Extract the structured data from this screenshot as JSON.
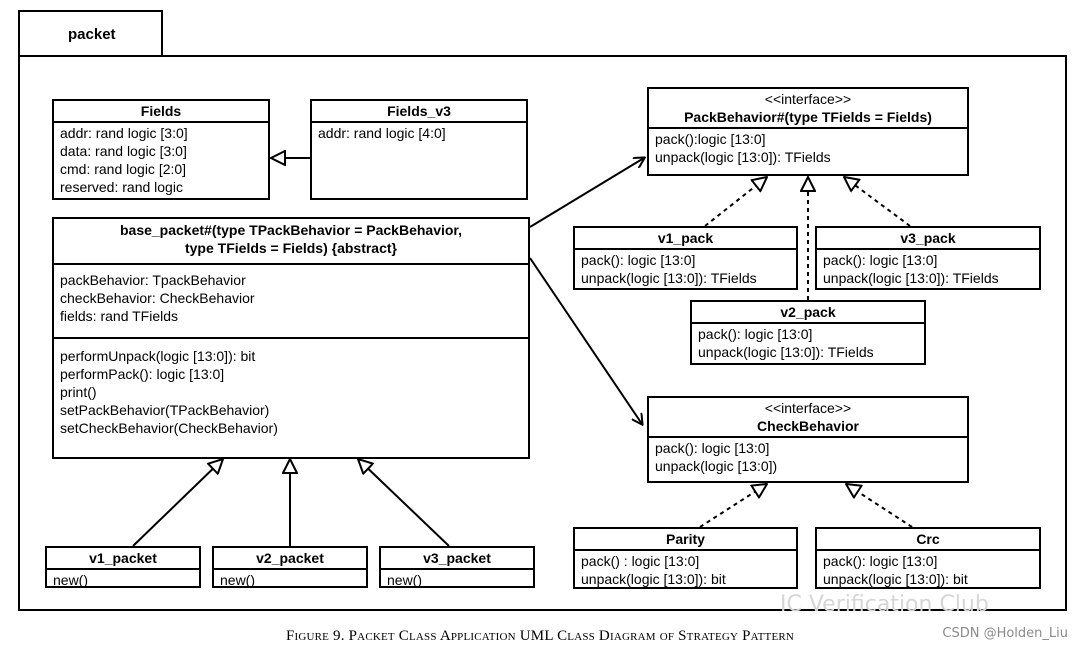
{
  "package": {
    "label": "packet"
  },
  "classes": {
    "fields": {
      "name": "Fields",
      "attributes": [
        "addr: rand logic [3:0]",
        "data: rand logic [3:0]",
        "cmd: rand logic [2:0]",
        "reserved: rand logic"
      ]
    },
    "fields_v3": {
      "name": "Fields_v3",
      "attributes": [
        "addr: rand logic [4:0]"
      ]
    },
    "base_packet": {
      "name_line1": "base_packet#(type TPackBehavior = PackBehavior,",
      "name_line2": "type TFields = Fields) {abstract}",
      "attributes": [
        "packBehavior: TpackBehavior",
        "checkBehavior: CheckBehavior",
        "fields: rand TFields"
      ],
      "methods": [
        "performUnpack(logic [13:0]): bit",
        "performPack(): logic [13:0]",
        "print()",
        "setPackBehavior(TPackBehavior)",
        "setCheckBehavior(CheckBehavior)"
      ]
    },
    "pack_behavior": {
      "stereotype": "<<interface>>",
      "name": "PackBehavior#(type TFields = Fields)",
      "methods": [
        "pack():logic [13:0]",
        "unpack(logic [13:0]): TFields"
      ]
    },
    "v1_pack": {
      "name": "v1_pack",
      "methods": [
        "pack(): logic [13:0]",
        "unpack(logic [13:0]): TFields"
      ]
    },
    "v3_pack": {
      "name": "v3_pack",
      "methods": [
        "pack(): logic [13:0]",
        "unpack(logic [13:0]): TFields"
      ]
    },
    "v2_pack": {
      "name": "v2_pack",
      "methods": [
        "pack(): logic [13:0]",
        "unpack(logic [13:0]): TFields"
      ]
    },
    "check_behavior": {
      "stereotype": "<<interface>>",
      "name": "CheckBehavior",
      "methods": [
        "pack(): logic [13:0]",
        "unpack(logic [13:0])"
      ]
    },
    "parity": {
      "name": "Parity",
      "methods": [
        "pack() : logic [13:0]",
        "unpack(logic [13:0]): bit"
      ]
    },
    "crc": {
      "name": "Crc",
      "methods": [
        "pack(): logic [13:0]",
        "unpack(logic [13:0]): bit"
      ]
    },
    "v1_packet": {
      "name": "v1_packet",
      "methods": [
        "new()"
      ]
    },
    "v2_packet": {
      "name": "v2_packet",
      "methods": [
        "new()"
      ]
    },
    "v3_packet": {
      "name": "v3_packet",
      "methods": [
        "new()"
      ]
    }
  },
  "caption": "Figure 9. Packet Class Application UML Class Diagram of Strategy Pattern",
  "watermark": "IC Verification Club",
  "credit": "CSDN @Holden_Liu"
}
